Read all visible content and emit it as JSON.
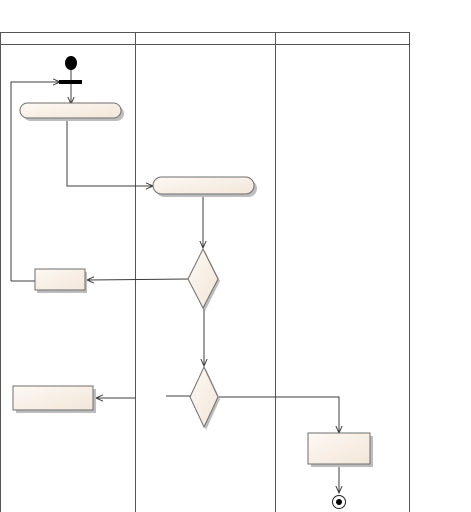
{
  "diagram": {
    "type": "activity-diagram",
    "colors": {
      "line": "#3c3c3c",
      "node_fill": "#f5ece1",
      "node_fill_light": "#fbf6f0",
      "node_border": "#6e6e6e",
      "shadow": "#bdbdbd",
      "start_node": "#000000",
      "background": "#ffffff"
    },
    "swimlanes": [
      {
        "id": "lane-1",
        "label": ""
      },
      {
        "id": "lane-2",
        "label": ""
      },
      {
        "id": "lane-3",
        "label": ""
      }
    ],
    "nodes": [
      {
        "id": "start",
        "kind": "initial",
        "label": ""
      },
      {
        "id": "fork-bar",
        "kind": "join-bar",
        "label": ""
      },
      {
        "id": "action-1",
        "kind": "action-rounded",
        "label": ""
      },
      {
        "id": "action-2",
        "kind": "action-rounded",
        "label": ""
      },
      {
        "id": "decision-1",
        "kind": "decision",
        "label": ""
      },
      {
        "id": "action-3",
        "kind": "action-box",
        "label": ""
      },
      {
        "id": "decision-2",
        "kind": "decision",
        "label": ""
      },
      {
        "id": "action-4",
        "kind": "action-box",
        "label": ""
      },
      {
        "id": "action-5",
        "kind": "action-box",
        "label": ""
      },
      {
        "id": "final",
        "kind": "final",
        "label": ""
      }
    ],
    "edges": [
      {
        "from": "start",
        "to": "fork-bar"
      },
      {
        "from": "fork-bar",
        "to": "action-1"
      },
      {
        "from": "action-1",
        "to": "action-2"
      },
      {
        "from": "action-2",
        "to": "decision-1"
      },
      {
        "from": "decision-1",
        "to": "action-3"
      },
      {
        "from": "action-3",
        "to": "fork-bar"
      },
      {
        "from": "decision-1",
        "to": "decision-2"
      },
      {
        "from": "decision-2",
        "to": "action-4"
      },
      {
        "from": "decision-2",
        "to": "action-5"
      },
      {
        "from": "action-5",
        "to": "final"
      }
    ]
  }
}
